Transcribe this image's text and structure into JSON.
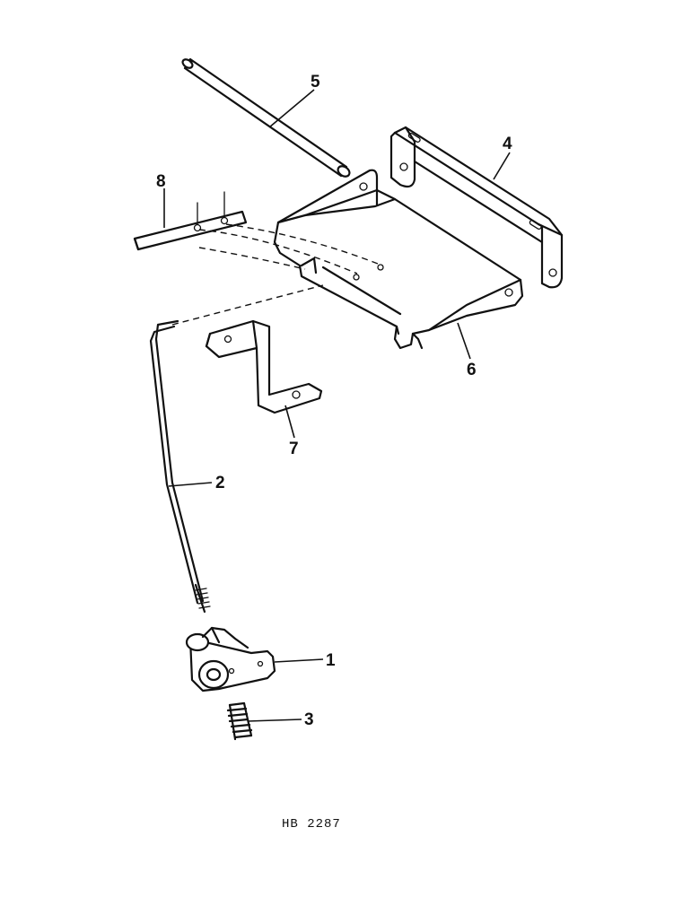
{
  "callouts": {
    "c1": "1",
    "c2": "2",
    "c3": "3",
    "c4": "4",
    "c5": "5",
    "c6": "6",
    "c7": "7",
    "c8": "8"
  },
  "figure_code": "HB 2287"
}
